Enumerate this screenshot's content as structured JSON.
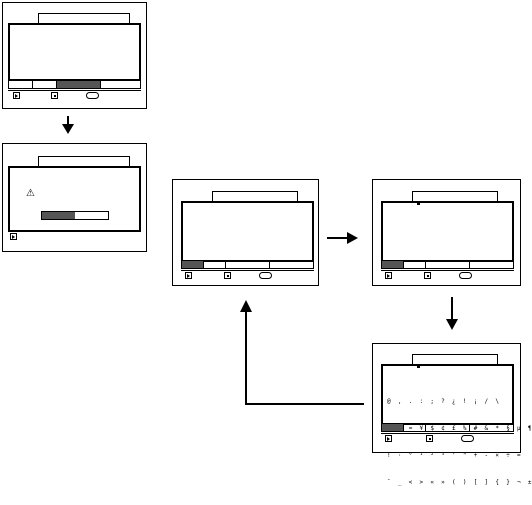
{
  "diagram": {
    "warning_icon": "warning-triangle-icon",
    "controls": [
      "play-icon",
      "stop-icon",
      "oval-button-icon"
    ],
    "progress_fraction": 0.5,
    "charset_rows": [
      "@  ,  .  :  ;  ?  ¿  !  ¡  /  \\",
      "®  ©  ≈  ¥  $  ¢  £  %  #  &  *  §  µ  ¶",
      "!  ·  °  ¹  ²  ³  '  \"  +  -  ×  ÷  =",
      "¯  _  <  >  «  »  (  )  [  ]  {  }  ¬  ±"
    ]
  }
}
